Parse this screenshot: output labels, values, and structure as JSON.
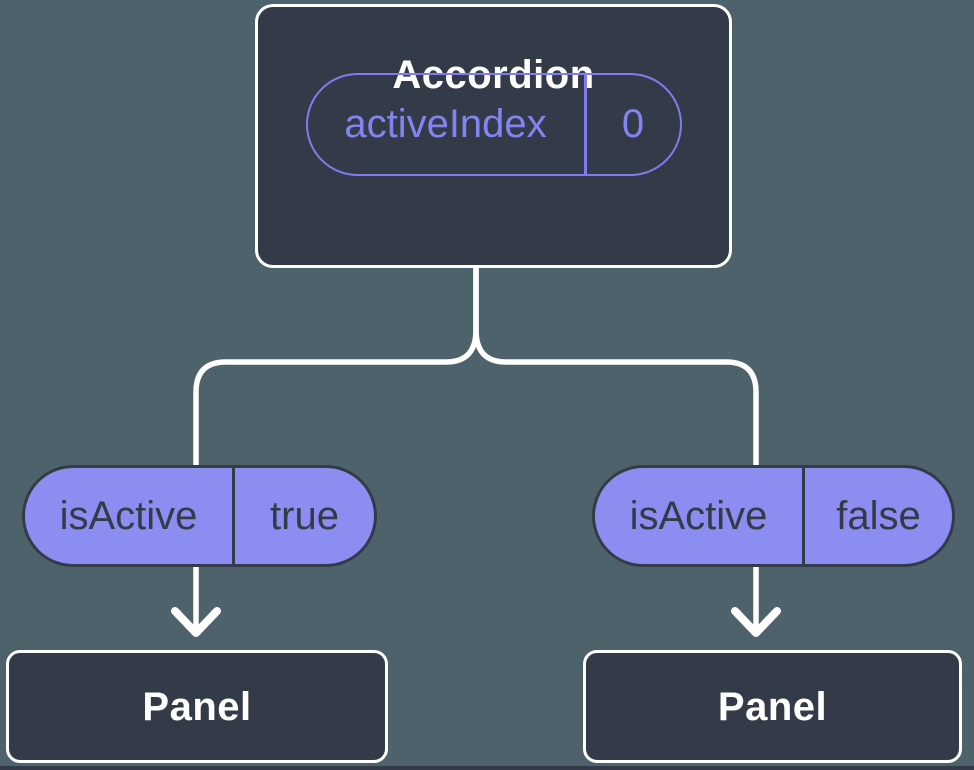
{
  "diagram": {
    "root": {
      "title": "Accordion",
      "state": {
        "key": "activeIndex",
        "value": "0"
      }
    },
    "children": [
      {
        "prop": {
          "key": "isActive",
          "value": "true"
        },
        "node": {
          "title": "Panel"
        }
      },
      {
        "prop": {
          "key": "isActive",
          "value": "false"
        },
        "node": {
          "title": "Panel"
        }
      }
    ]
  },
  "theme": {
    "background": "#4d626b",
    "node_fill": "#343b48",
    "node_border": "#ffffff",
    "pill_fill": "#8b8df0",
    "pill_border": "#343b48",
    "pill_text": "#343b48",
    "state_outline": "#7e7cf0",
    "state_text": "#8184f1",
    "connector": "#ffffff",
    "title_text": "#ffffff"
  }
}
